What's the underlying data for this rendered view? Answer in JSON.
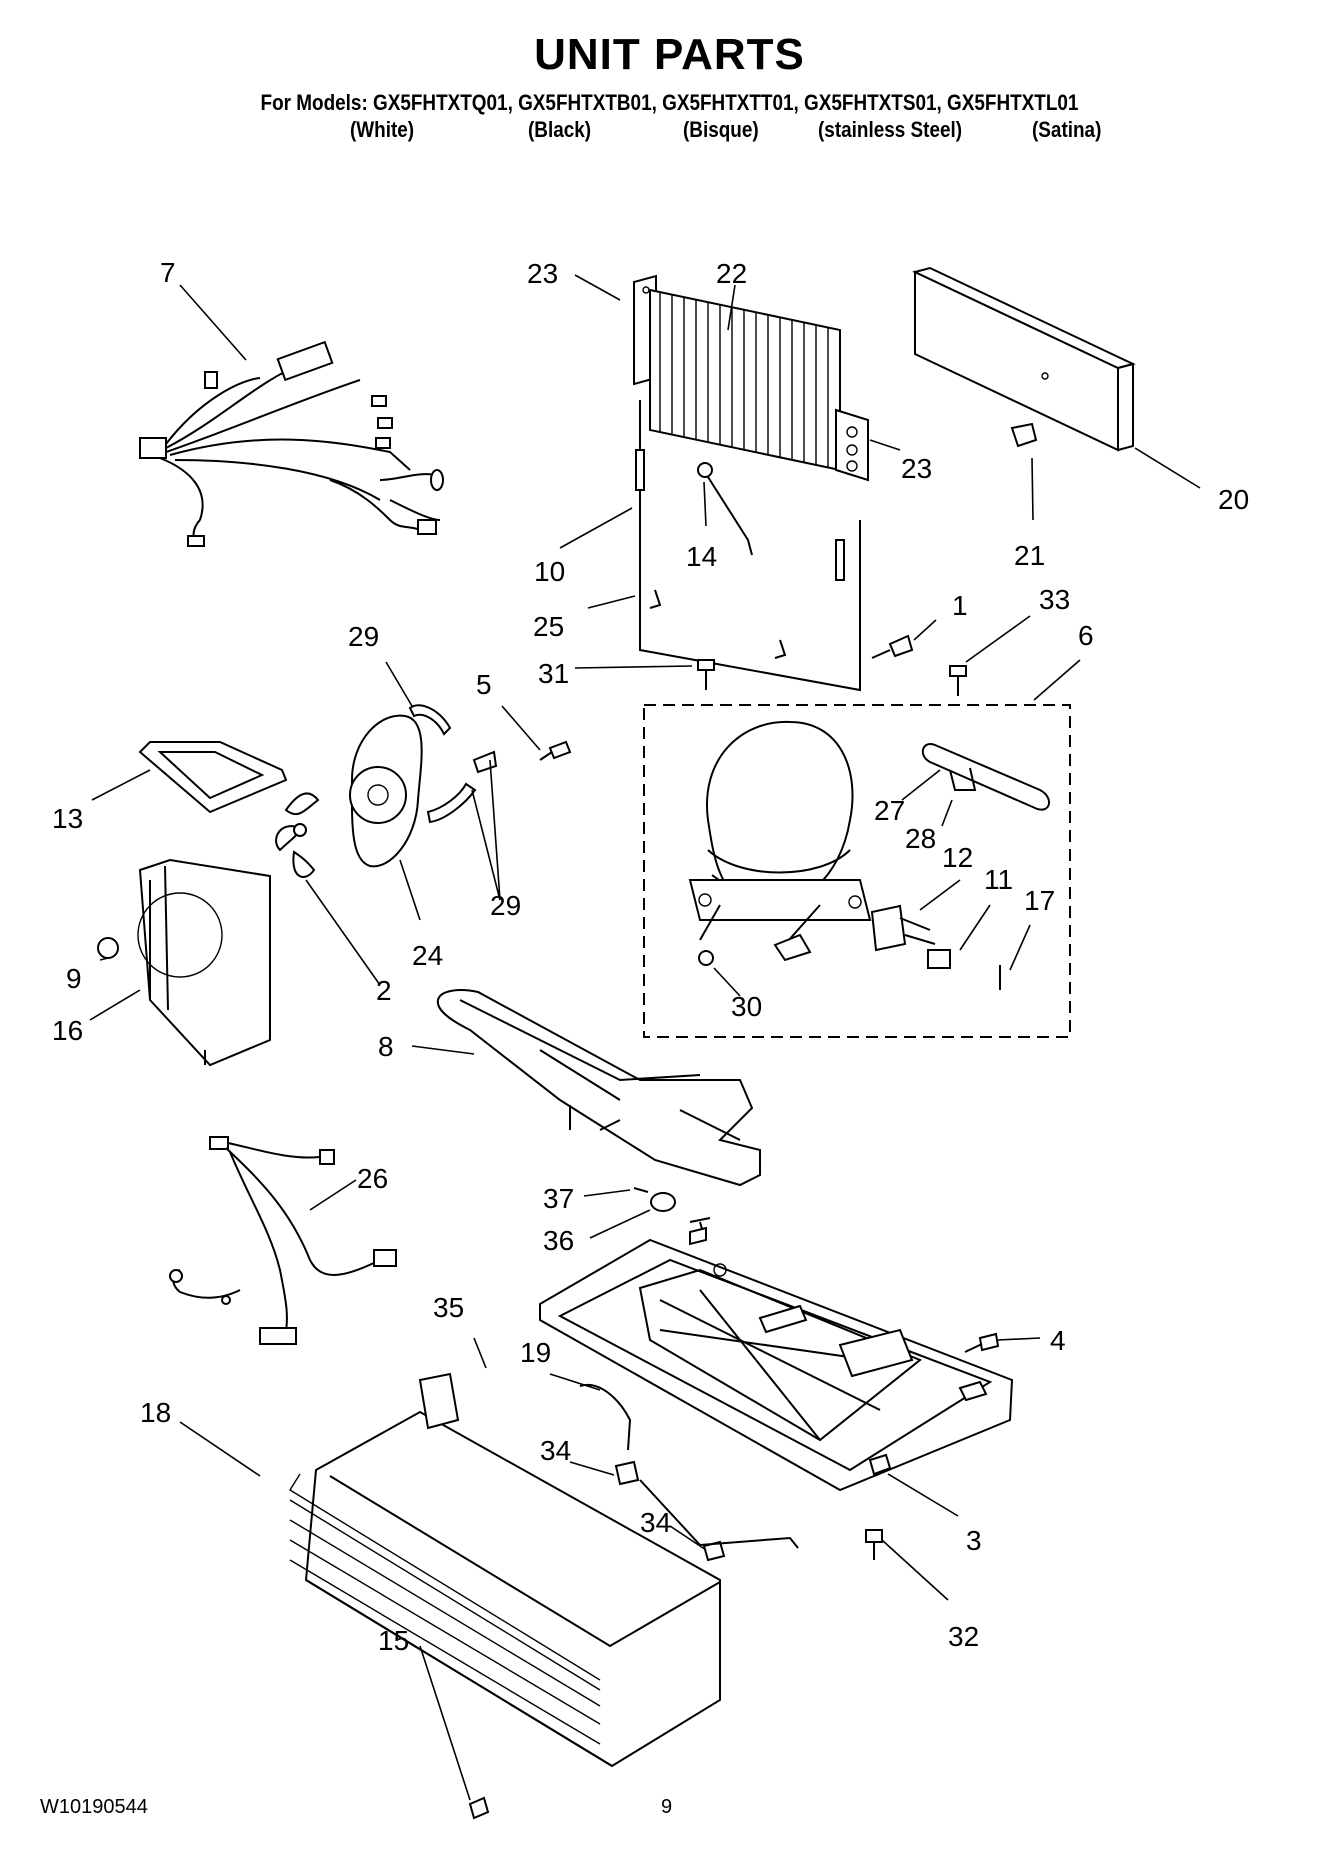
{
  "header": {
    "title": "UNIT PARTS",
    "models_line": "For Models: GX5FHTXTQ01, GX5FHTXTB01, GX5FHTXTT01, GX5FHTXTS01, GX5FHTXTL01",
    "finishes": [
      "(White)",
      "(Black)",
      "(Bisque)",
      "(stainless Steel)",
      "(Satina)"
    ]
  },
  "diagram": {
    "callouts": [
      "7",
      "23",
      "22",
      "23",
      "20",
      "21",
      "10",
      "14",
      "25",
      "1",
      "33",
      "6",
      "31",
      "29",
      "5",
      "13",
      "27",
      "28",
      "12",
      "11",
      "17",
      "9",
      "2",
      "24",
      "29",
      "16",
      "30",
      "8",
      "26",
      "37",
      "36",
      "4",
      "35",
      "19",
      "18",
      "34",
      "34",
      "3",
      "32",
      "15"
    ]
  },
  "footer": {
    "doc_number": "W10190544",
    "page_number": "9"
  }
}
